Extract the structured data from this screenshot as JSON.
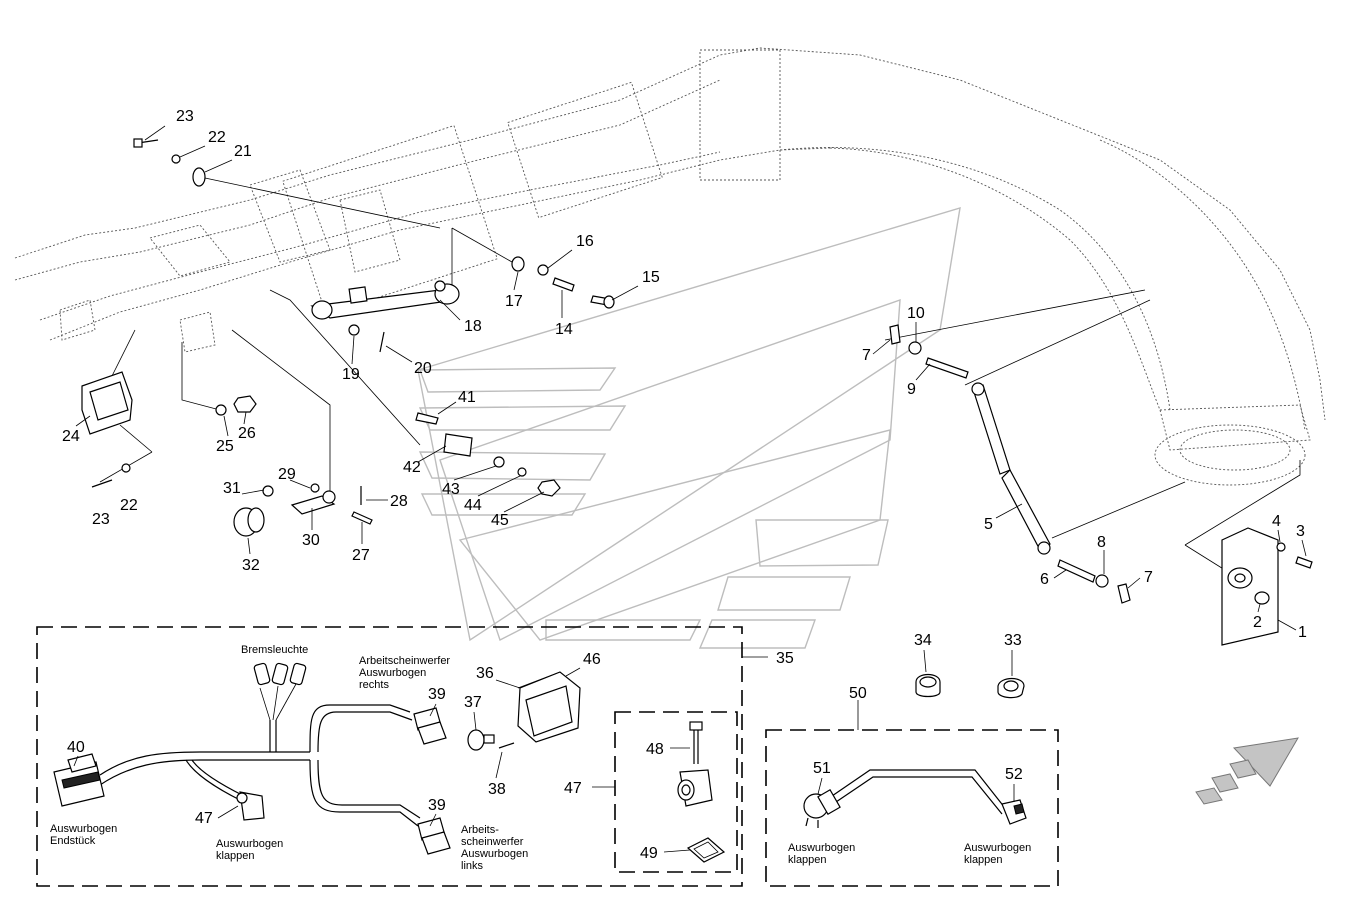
{
  "numbers": {
    "n1": "1",
    "n2": "2",
    "n3": "3",
    "n4": "4",
    "n5": "5",
    "n6": "6",
    "n7a": "7",
    "n7b": "7",
    "n8": "8",
    "n9": "9",
    "n10": "10",
    "n14": "14",
    "n15": "15",
    "n16": "16",
    "n17": "17",
    "n18": "18",
    "n19": "19",
    "n20": "20",
    "n21": "21",
    "n22a": "22",
    "n22b": "22",
    "n23a": "23",
    "n23b": "23",
    "n24": "24",
    "n25": "25",
    "n26": "26",
    "n27": "27",
    "n28": "28",
    "n29": "29",
    "n30": "30",
    "n31": "31",
    "n32": "32",
    "n33": "33",
    "n34": "34",
    "n35": "35",
    "n36": "36",
    "n37": "37",
    "n38": "38",
    "n39a": "39",
    "n39b": "39",
    "n40": "40",
    "n41": "41",
    "n42": "42",
    "n43": "43",
    "n44": "44",
    "n45": "45",
    "n46": "46",
    "n47a": "47",
    "n47b": "47",
    "n48": "48",
    "n49": "49",
    "n50": "50",
    "n51": "51",
    "n52": "52"
  },
  "captions": {
    "bremsleuchte": "Bremsleuchte",
    "arbeit_rechts": [
      "Arbeitscheinwerfer",
      "Auswurbogen",
      "rechts"
    ],
    "arbeit_links": [
      "Arbeits-",
      "scheinwerfer",
      "Auswurbogen",
      "links"
    ],
    "endstueck": [
      "Auswurbogen",
      "Endstück"
    ],
    "klappen_47": [
      "Auswurbogen",
      "klappen"
    ],
    "klappen_51": [
      "Auswurbogen",
      "klappen"
    ],
    "klappen_52": [
      "Auswurbogen",
      "klappen"
    ]
  },
  "colors": {
    "line": "#000000",
    "watermark": "#bdbdbd",
    "fill_dark": "#222222"
  }
}
